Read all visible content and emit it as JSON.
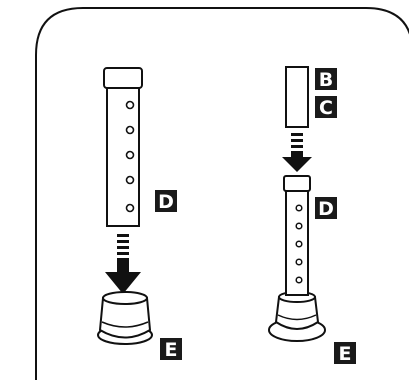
{
  "labels": {
    "left_tube": "D",
    "left_foot": "E",
    "right_pole_top": "B",
    "right_pole_bottom": "C",
    "right_tube": "D",
    "right_foot": "E"
  },
  "colors": {
    "line": "#111111",
    "label_bg": "#1a1a1a",
    "label_text": "#ffffff",
    "fill": "#ffffff"
  }
}
